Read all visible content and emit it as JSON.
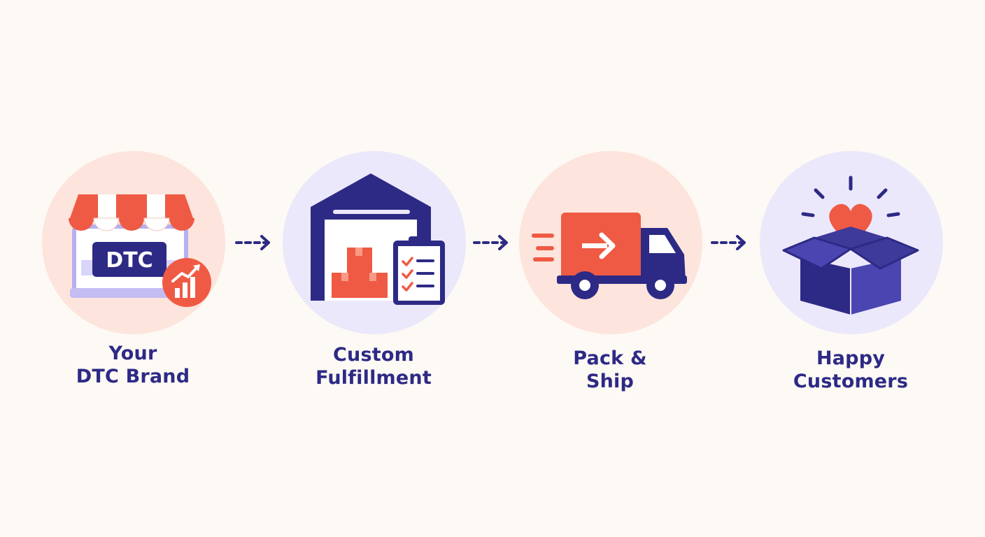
{
  "colors": {
    "background": "#fdf9f4",
    "navy": "#2d2a86",
    "coral": "#ef5a44",
    "peach_circle": "#fde4dc",
    "lavender_circle": "#ece8fb"
  },
  "steps": [
    {
      "line1": "Your",
      "line2": "DTC Brand",
      "icon": "storefront-icon",
      "badge": "DTC"
    },
    {
      "line1": "Custom",
      "line2": "Fulfillment",
      "icon": "warehouse-icon"
    },
    {
      "line1": "Pack &",
      "line2": "Ship",
      "icon": "delivery-truck-icon"
    },
    {
      "line1": "Happy",
      "line2": "Customers",
      "icon": "gift-box-heart-icon"
    }
  ],
  "connectors": [
    "dashed-arrow-icon",
    "dashed-arrow-icon",
    "dashed-arrow-icon"
  ]
}
